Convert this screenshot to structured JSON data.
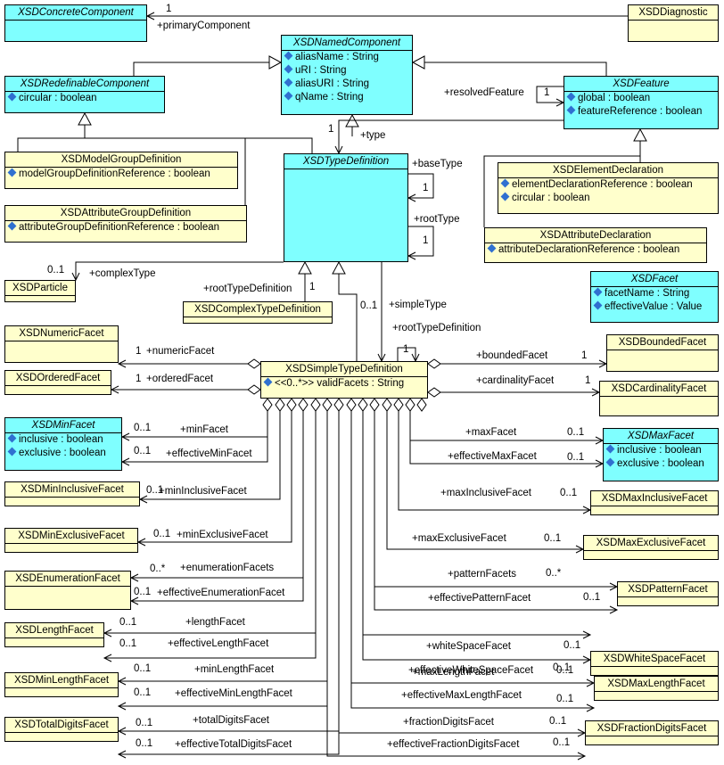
{
  "classes": {
    "concrete": {
      "name": "XSDConcreteComponent",
      "attrs": []
    },
    "diagnostic": {
      "name": "XSDDiagnostic",
      "attrs": []
    },
    "named": {
      "name": "XSDNamedComponent",
      "attrs": [
        "aliasName : String",
        "uRI : String",
        "aliasURI : String",
        "qName : String"
      ]
    },
    "redefinable": {
      "name": "XSDRedefinableComponent",
      "attrs": [
        "circular : boolean"
      ]
    },
    "feature": {
      "name": "XSDFeature",
      "attrs": [
        "global : boolean",
        "featureReference : boolean"
      ]
    },
    "modelgroup": {
      "name": "XSDModelGroupDefinition",
      "attrs": [
        "modelGroupDefinitionReference : boolean"
      ]
    },
    "attrgroup": {
      "name": "XSDAttributeGroupDefinition",
      "attrs": [
        "attributeGroupDefinitionReference : boolean"
      ]
    },
    "typedef": {
      "name": "XSDTypeDefinition",
      "attrs": []
    },
    "elemdecl": {
      "name": "XSDElementDeclaration",
      "attrs": [
        "elementDeclarationReference : boolean",
        "circular : boolean"
      ]
    },
    "attrdecl": {
      "name": "XSDAttributeDeclaration",
      "attrs": [
        "attributeDeclarationReference : boolean"
      ]
    },
    "particle": {
      "name": "XSDParticle",
      "attrs": []
    },
    "complextype": {
      "name": "XSDComplexTypeDefinition",
      "attrs": []
    },
    "facet": {
      "name": "XSDFacet",
      "attrs": [
        "facetName : String",
        "effectiveValue : Value"
      ]
    },
    "numeric": {
      "name": "XSDNumericFacet",
      "attrs": []
    },
    "ordered": {
      "name": "XSDOrderedFacet",
      "attrs": []
    },
    "simpletype": {
      "name": "XSDSimpleTypeDefinition",
      "attrs": [
        "<<0..*>> validFacets : String"
      ]
    },
    "bounded": {
      "name": "XSDBoundedFacet",
      "attrs": []
    },
    "cardinality": {
      "name": "XSDCardinalityFacet",
      "attrs": []
    },
    "minfacet": {
      "name": "XSDMinFacet",
      "attrs": [
        "inclusive : boolean",
        "exclusive : boolean"
      ]
    },
    "maxfacet": {
      "name": "XSDMaxFacet",
      "attrs": [
        "inclusive : boolean",
        "exclusive : boolean"
      ]
    },
    "mininclusive": {
      "name": "XSDMinInclusiveFacet",
      "attrs": []
    },
    "maxinclusive": {
      "name": "XSDMaxInclusiveFacet",
      "attrs": []
    },
    "minexclusive": {
      "name": "XSDMinExclusiveFacet",
      "attrs": []
    },
    "maxexclusive": {
      "name": "XSDMaxExclusiveFacet",
      "attrs": []
    },
    "enumeration": {
      "name": "XSDEnumerationFacet",
      "attrs": []
    },
    "pattern": {
      "name": "XSDPatternFacet",
      "attrs": []
    },
    "length": {
      "name": "XSDLengthFacet",
      "attrs": []
    },
    "whitespace": {
      "name": "XSDWhiteSpaceFacet",
      "attrs": []
    },
    "minlength": {
      "name": "XSDMinLengthFacet",
      "attrs": []
    },
    "maxlength": {
      "name": "XSDMaxLengthFacet",
      "attrs": []
    },
    "totaldigits": {
      "name": "XSDTotalDigitsFacet",
      "attrs": []
    },
    "fractiondigits": {
      "name": "XSDFractionDigitsFacet",
      "attrs": []
    }
  },
  "labels": {
    "m1_primary": "1",
    "primaryComponent": "+primaryComponent",
    "resolvedFeature": "+resolvedFeature",
    "m1_resolved": "1",
    "m1_type": "1",
    "type": "+type",
    "baseType": "+baseType",
    "m1_base": "1",
    "rootType": "+rootType",
    "m1_root": "1",
    "m01_complex": "0..1",
    "complexType": "+complexType",
    "rootTypeDefinition": "+rootTypeDefinition",
    "m1_rtd": "1",
    "m01_simple": "0..1",
    "simpleType": "+simpleType",
    "rootTypeDefinition2": "+rootTypeDefinition",
    "m1_rtd2": "1",
    "m1_numeric": "1",
    "numericFacet": "+numericFacet",
    "m1_ordered": "1",
    "orderedFacet": "+orderedFacet",
    "boundedFacet": "+boundedFacet",
    "m1_bounded": "1",
    "cardinalityFacet": "+cardinalityFacet",
    "m1_cardinality": "1",
    "m01_min": "0..1",
    "minFacet": "+minFacet",
    "m01_effmin": "0..1",
    "effectiveMinFacet": "+effectiveMinFacet",
    "maxFacet": "+maxFacet",
    "m01_max": "0..1",
    "effectiveMaxFacet": "+effectiveMaxFacet",
    "m01_effmax": "0..1",
    "m01_mininc": "0..1",
    "minInclusiveFacet": "+minInclusiveFacet",
    "maxInclusiveFacet": "+maxInclusiveFacet",
    "m01_maxinc": "0..1",
    "m01_minexc": "0..1",
    "minExclusiveFacet": "+minExclusiveFacet",
    "maxExclusiveFacet": "+maxExclusiveFacet",
    "m01_maxexc": "0..1",
    "m0s_enum": "0..*",
    "enumerationFacets": "+enumerationFacets",
    "m01_effenum": "0..1",
    "effectiveEnumerationFacet": "+effectiveEnumerationFacet",
    "patternFacets": "+patternFacets",
    "m0s_pattern": "0..*",
    "effectivePatternFacet": "+effectivePatternFacet",
    "m01_effpattern": "0..1",
    "m01_length": "0..1",
    "lengthFacet": "+lengthFacet",
    "m01_efflength": "0..1",
    "effectiveLengthFacet": "+effectiveLengthFacet",
    "whiteSpaceFacet": "+whiteSpaceFacet",
    "m01_ws": "0..1",
    "effectiveWhiteSpaceFacet": "+effectiveWhiteSpaceFacet",
    "m01_effws": "0..1",
    "m01_minlen": "0..1",
    "minLengthFacet": "+minLengthFacet",
    "m01_effminlen": "0..1",
    "effectiveMinLengthFacet": "+effectiveMinLengthFacet",
    "maxLengthFacet": "+maxLengthFacet",
    "m01_maxlen": "0..1",
    "effectiveMaxLengthFacet": "+effectiveMaxLengthFacet",
    "m01_effmaxlen": "0..1",
    "m01_totdig": "0..1",
    "totalDigitsFacet": "+totalDigitsFacet",
    "m01_efftotdig": "0..1",
    "effectiveTotalDigitsFacet": "+effectiveTotalDigitsFacet",
    "fractionDigitsFacet": "+fractionDigitsFacet",
    "m01_fracdig": "0..1",
    "effectiveFractionDigitsFacet": "+effectiveFractionDigitsFacet",
    "m01_efffracdig": "0..1"
  }
}
